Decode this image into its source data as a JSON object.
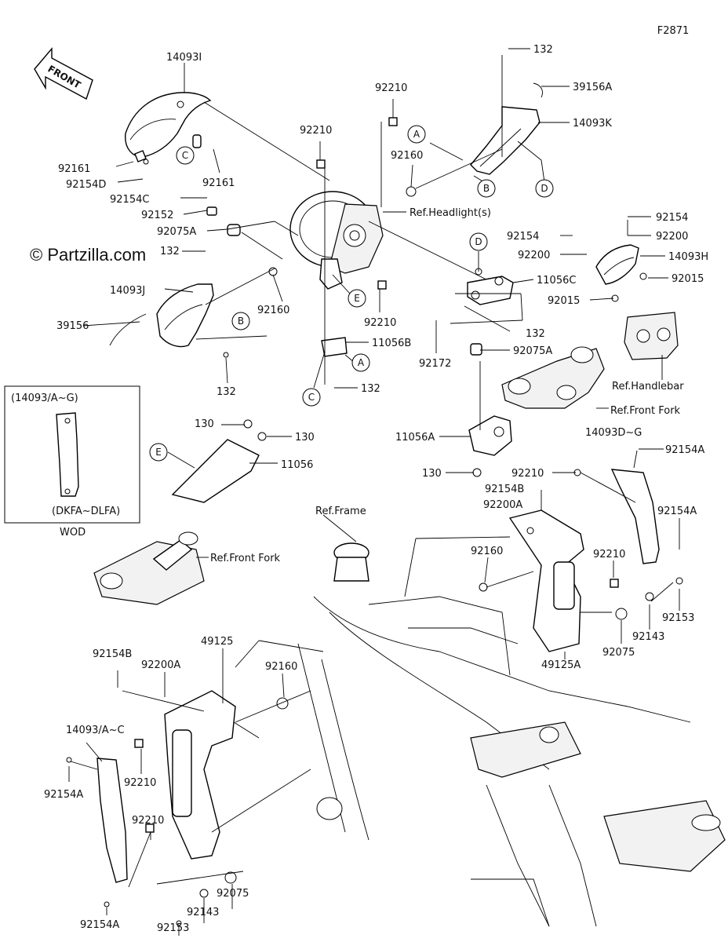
{
  "figure_id": "F2871",
  "watermark": "© Partzilla.com",
  "front_arrow": "FRONT",
  "inset": {
    "title": "(14093/A~G)",
    "models": "(DKFA~DLFA)",
    "caption": "WOD"
  },
  "labels": {
    "p14093I": "14093I",
    "p92161a": "92161",
    "p92154D": "92154D",
    "p92161b": "92161",
    "c1": "C",
    "p92154C": "92154C",
    "p92152": "92152",
    "p92075A_a": "92075A",
    "p132a": "132",
    "p14093J": "14093J",
    "p39156": "39156",
    "b1": "B",
    "p132b": "132",
    "p92160a": "92160",
    "p92210a": "92210",
    "p92210b": "92210",
    "p92160b": "92160",
    "a1": "A",
    "refHeadlight": "Ref.Headlight(s)",
    "p132c": "132",
    "p39156A": "39156A",
    "p14093K": "14093K",
    "b2": "B",
    "d1": "D",
    "p92154a": "92154",
    "p92154b": "92154",
    "p92200a": "92200",
    "p92200b": "92200",
    "p14093H": "14093H",
    "p92015a": "92015",
    "p92015b": "92015",
    "d2": "D",
    "p11056C": "11056C",
    "e1": "E",
    "p92210c": "92210",
    "p132d": "132",
    "p92172": "92172",
    "p92075A_b": "92075A",
    "refHandlebar": "Ref.Handlebar",
    "p11056B": "11056B",
    "a2": "A",
    "c2": "C",
    "p132e": "132",
    "refFrontFork1": "Ref.Front Fork",
    "p130a": "130",
    "p130b": "130",
    "e2": "E",
    "p11056": "11056",
    "p11056A": "11056A",
    "p130c": "130",
    "p14093DG": "14093D~G",
    "p92154A_a": "92154A",
    "p92210d": "92210",
    "p92154B_a": "92154B",
    "p92200A_a": "92200A",
    "refFrame": "Ref.Frame",
    "refFrontFork2": "Ref.Front Fork",
    "p92154A_b": "92154A",
    "p92160c": "92160",
    "p92210e": "92210",
    "p92153a": "92153",
    "p92143a": "92143",
    "p92075a": "92075",
    "p49125A": "49125A",
    "p92154B_b": "92154B",
    "p92200A_b": "92200A",
    "p49125": "49125",
    "p92160d": "92160",
    "p14093AC": "14093/A~C",
    "p92210f": "92210",
    "p92154A_c": "92154A",
    "p92210g": "92210",
    "p92075b": "92075",
    "p92154A_d": "92154A",
    "p92153b": "92153",
    "p92143b": "92143"
  }
}
